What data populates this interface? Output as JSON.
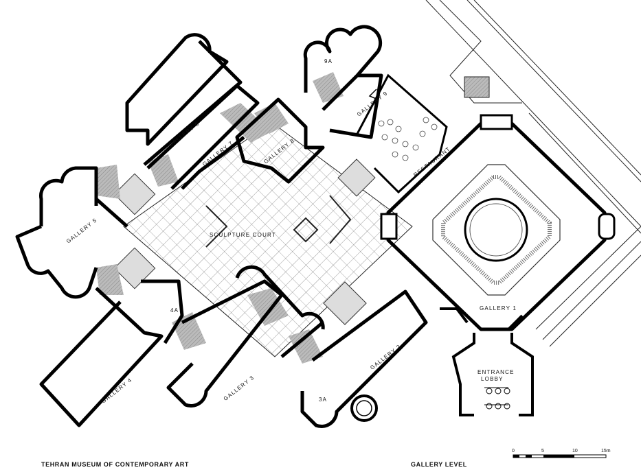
{
  "labels": {
    "gallery_1": "GALLERY 1",
    "gallery_2": "GALLERY 2",
    "gallery_3": "GALLERY 3",
    "gallery_4": "GALLERY 4",
    "gallery_5": "GALLERY 5",
    "gallery_6": "GALLERY 6",
    "gallery_7": "GALLERY 7",
    "gallery_8": "GALLERY 8",
    "gallery_9": "GALLERY 9",
    "room_9a": "9A",
    "room_4a": "4A",
    "room_3a": "3A",
    "sculpture_court": "SCULPTURE COURT",
    "restaurant": "RESTAURANT",
    "entrance_lobby_1": "ENTRANCE",
    "entrance_lobby_2": "LOBBY"
  },
  "caption": {
    "title": "TEHRAN MUSEUM OF CONTEMPORARY ART",
    "level": "GALLERY LEVEL"
  },
  "scale": {
    "ticks": [
      "0",
      "5",
      "10",
      "15m"
    ]
  }
}
